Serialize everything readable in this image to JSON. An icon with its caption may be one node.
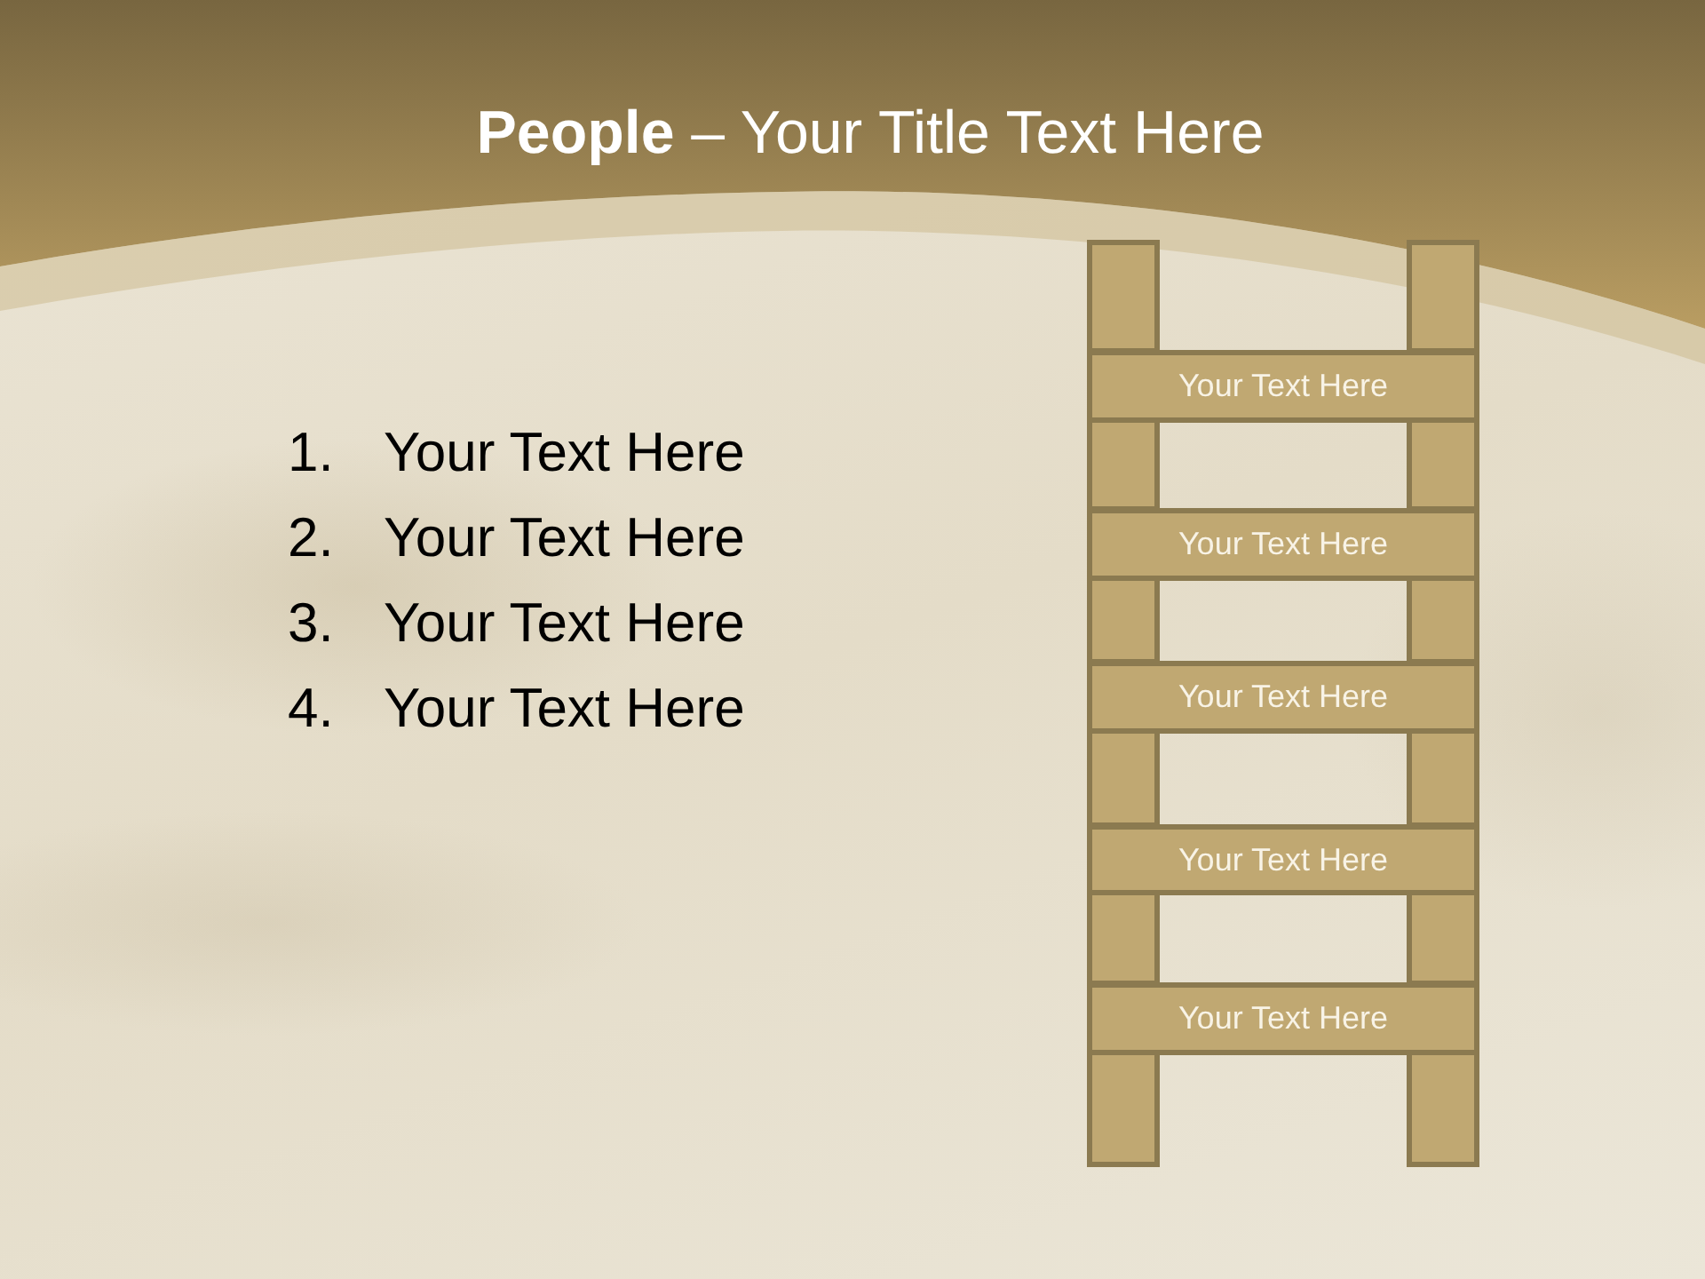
{
  "diagram": {
    "title": "**People** – Your Title Text Here",
    "nodes": [
      {
        "text": [
          "Your Text Here"
        ]
      },
      {
        "text": [
          "Your Text Here"
        ]
      },
      {
        "text": [
          "Your Text Here"
        ]
      },
      {
        "text": [
          "Your Text Here"
        ]
      },
      {
        "text": [
          "Your Text Here"
        ]
      }
    ],
    "labels": [
      "1.",
      "Your Text Here",
      "2.",
      "Your Text Here",
      "3.",
      "Your Text Here",
      "4.",
      "Your Text Here"
    ]
  }
}
